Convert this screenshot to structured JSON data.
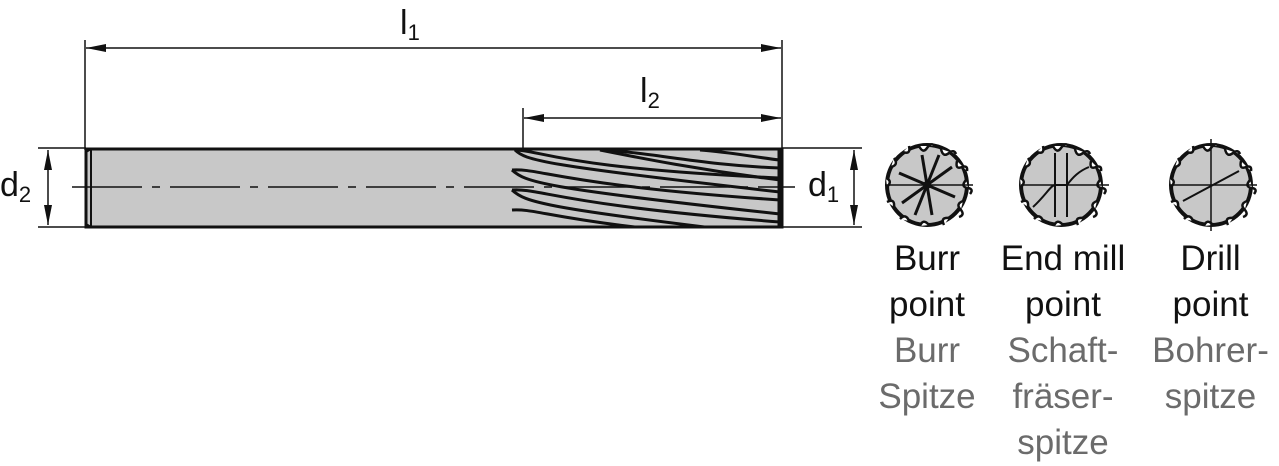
{
  "diagram": {
    "type": "technical-drawing",
    "subject": "solid carbide milling cutter side view with point styles",
    "colors": {
      "body_fill": "#c8c8c8",
      "line": "#111111",
      "caption_en": "#111111",
      "caption_de": "#6b6b6b"
    },
    "dimensions": {
      "l1": {
        "base": "l",
        "sub": "1"
      },
      "l2": {
        "base": "l",
        "sub": "2"
      },
      "d1": {
        "base": "d",
        "sub": "1"
      },
      "d2": {
        "base": "d",
        "sub": "2"
      }
    },
    "point_styles": [
      {
        "icon": "burr-point-icon",
        "en_line1": "Burr",
        "en_line2": "point",
        "de_line1": "Burr",
        "de_line2": "Spitze",
        "de_line3": ""
      },
      {
        "icon": "end-mill-point-icon",
        "en_line1": "End mill",
        "en_line2": "point",
        "de_line1": "Schaft-",
        "de_line2": "fräser-",
        "de_line3": "spitze"
      },
      {
        "icon": "drill-point-icon",
        "en_line1": "Drill",
        "en_line2": "point",
        "de_line1": "Bohrer-",
        "de_line2": "spitze",
        "de_line3": ""
      }
    ]
  }
}
